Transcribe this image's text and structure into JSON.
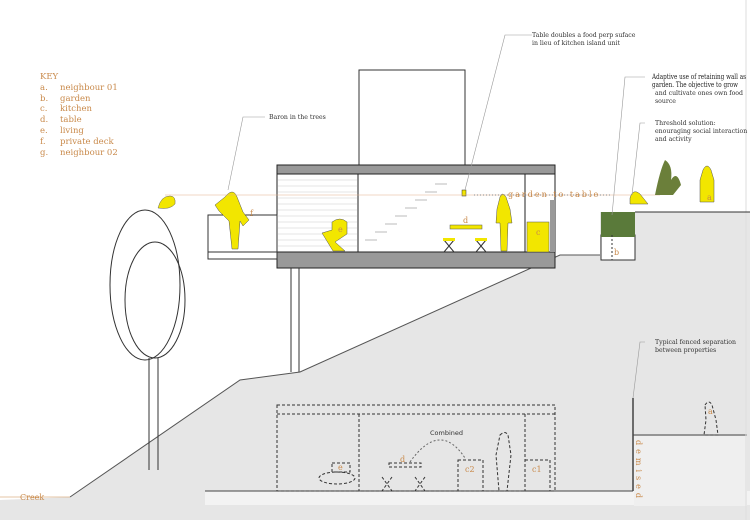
{
  "key": {
    "title": "KEY",
    "items": [
      {
        "letter": "a.",
        "label": "neighbour 01"
      },
      {
        "letter": "b.",
        "label": "garden"
      },
      {
        "letter": "c.",
        "label": "kitchen"
      },
      {
        "letter": "d.",
        "label": "table"
      },
      {
        "letter": "e.",
        "label": "living"
      },
      {
        "letter": "f.",
        "label": "private deck"
      },
      {
        "letter": "g.",
        "label": "neighbour 02"
      }
    ]
  },
  "annotations": {
    "table_note_1": "Table doubles a food perp suface",
    "table_note_2": "in lieu of kitchen island unit",
    "retaining_1": "Adaptive use of retaining wall as",
    "retaining_2": "garden. The objective to grow",
    "retaining_3": "and cultivate ones own food",
    "retaining_4": "source",
    "threshold_1": "Threshold solution:",
    "threshold_2": "enouraging social interaction",
    "threshold_3": "and activity",
    "baron": "Baron in the trees",
    "fence_1": "Typical fenced separation",
    "fence_2": "between properties",
    "garden_to_table": "garden to table",
    "combined": "Combined",
    "demised": "demised",
    "creek": "Creek"
  },
  "labels": {
    "a": "a",
    "b": "b",
    "c": "c",
    "d": "d",
    "e": "e",
    "f": "f",
    "g": "g",
    "c1": "c1",
    "c2": "c2"
  },
  "colors": {
    "accent": "#c98a4b",
    "figure": "#f2e600",
    "ground": "#e6e6e6",
    "line": "#333333"
  }
}
